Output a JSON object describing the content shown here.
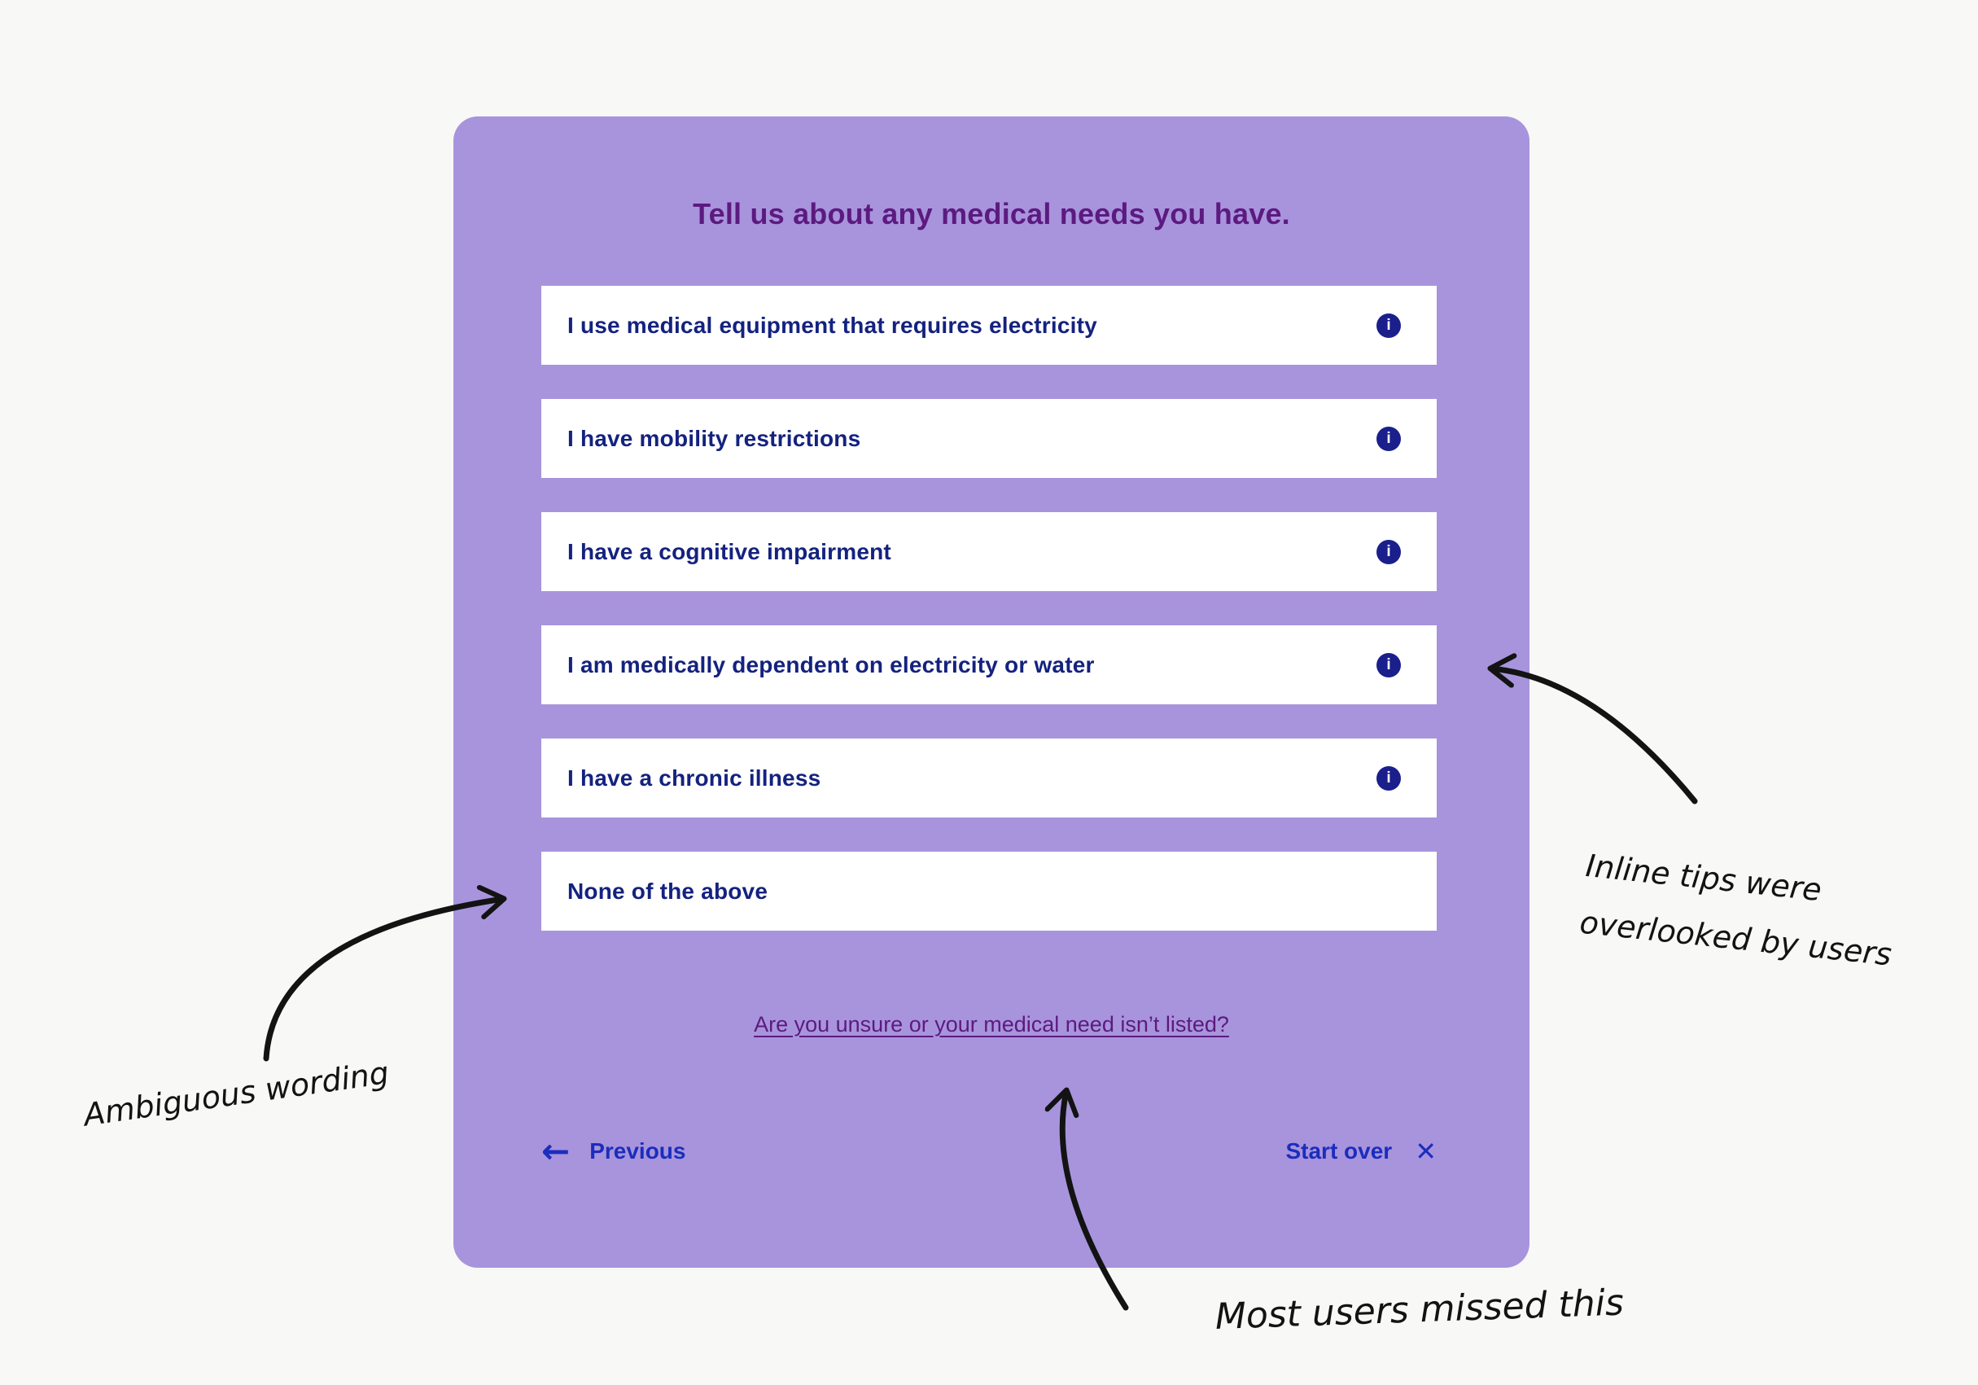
{
  "card": {
    "title": "Tell us about any medical needs you have.",
    "options": [
      {
        "label": "I use medical equipment that requires electricity",
        "has_info": true
      },
      {
        "label": "I have mobility restrictions",
        "has_info": true
      },
      {
        "label": "I have a cognitive impairment",
        "has_info": true
      },
      {
        "label": "I am medically dependent on electricity or water",
        "has_info": true
      },
      {
        "label": "I have a chronic illness",
        "has_info": true
      },
      {
        "label": "None of the above",
        "has_info": false
      }
    ],
    "info_glyph": "i",
    "help_link": "Are you unsure or your medical need isn’t listed?",
    "footer": {
      "previous": "Previous",
      "back_arrow": "←",
      "start_over": "Start over",
      "close_glyph": "✕"
    }
  },
  "annotations": {
    "ambiguous": "Ambiguous wording",
    "inline_tips": [
      "Inline tips were",
      "overlooked by users"
    ],
    "most_users": "Most users missed this"
  },
  "colors": {
    "page_bg": "#f8f8f7",
    "card_bg": "#a894dc",
    "title_purple": "#5c1a80",
    "option_navy": "#14227f",
    "info_badge_navy": "#1a1f8c",
    "action_blue": "#1b2dbd",
    "ink_black": "#131313"
  }
}
